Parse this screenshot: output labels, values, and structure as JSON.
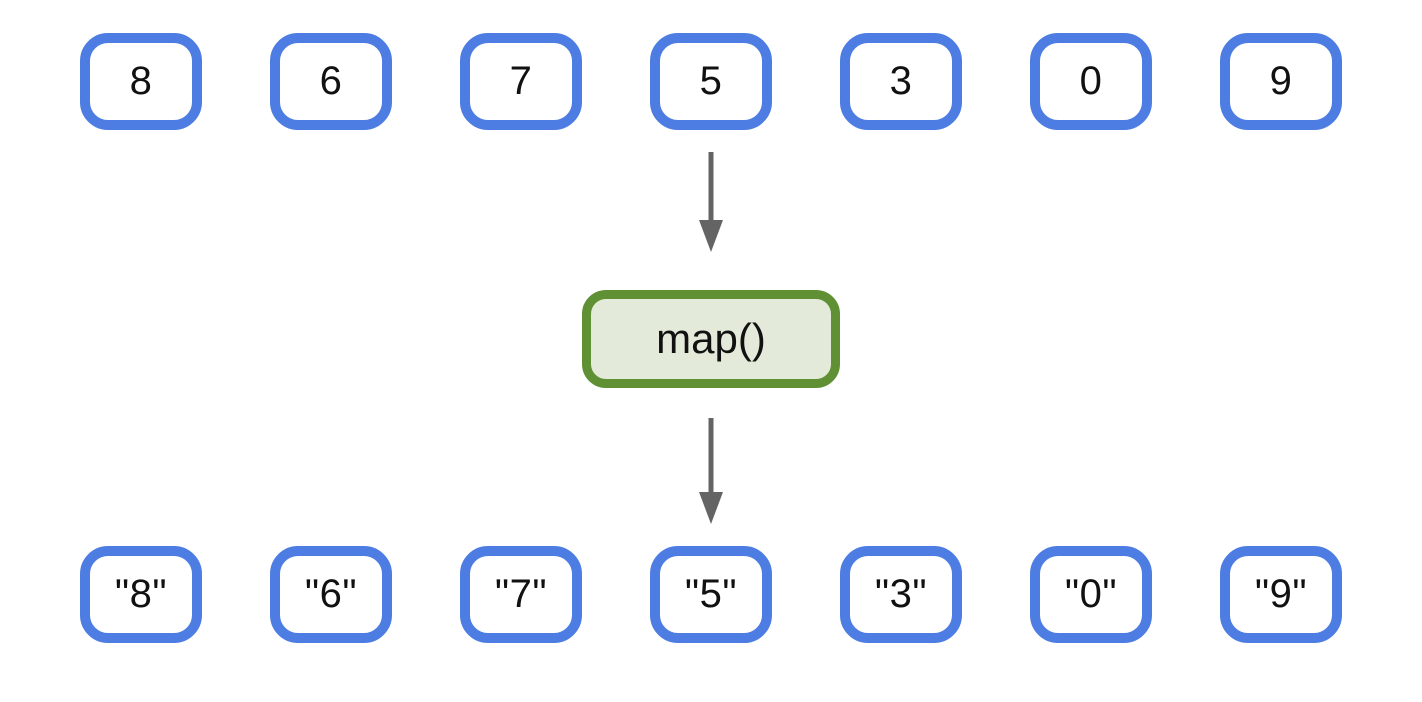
{
  "diagram": {
    "input_values": [
      "8",
      "6",
      "7",
      "5",
      "3",
      "0",
      "9"
    ],
    "function_label": "map()",
    "output_values": [
      "\"8\"",
      "\"6\"",
      "\"7\"",
      "\"5\"",
      "\"3\"",
      "\"0\"",
      "\"9\""
    ],
    "icons": {
      "down_arrow_icon": "↓"
    },
    "colors": {
      "value_box_border": "#4d7de2",
      "value_box_fill": "#ffffff",
      "function_box_border": "#5f9034",
      "function_box_fill": "#e3ead9",
      "arrow": "#646464",
      "text": "#111111"
    }
  }
}
